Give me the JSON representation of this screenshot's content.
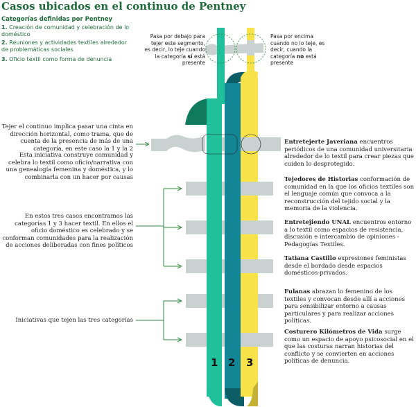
{
  "title": "Casos ubicados en el continuo de Pentney",
  "categories": {
    "heading": "Categorías definidas por Pentney",
    "items": [
      {
        "num": "1.",
        "text": "Creación de comunidad y celebración de lo doméstico"
      },
      {
        "num": "2.",
        "text": "Reuniones y actividades textiles alrededor de problemáticas sociales"
      },
      {
        "num": "3.",
        "text": "Oficio textil como forma de denuncia"
      }
    ]
  },
  "notes": {
    "below": {
      "pre": "Pasa por debajo para tejer este segmento, es decir, lo teje cuando la categoría ",
      "bold": "sí",
      "post": " está presente"
    },
    "above": {
      "pre": "Pasa por encima cuando no lo teje, es decir, cuando la categoría ",
      "bold": "no",
      "post": " está presente"
    }
  },
  "left_texts": {
    "intro": "Tejer el continuo implica pasar una cinta en dirección horizontal, como trama, que de cuenta de la presencia de más de una categoría, en este caso la 1 y la 2",
    "intro2": "Esta iniciativa construye comunidad y celebra lo textil como oficio/narrativa con una genealogía femenina y doméstica, y lo combinarla con un hacer por causas",
    "three_cases": "En estos tres casos encontramos las categorías 1 y 3 hacer textil. En ellos el oficio doméstico es celebrado y se conforman comunidades para la realización de acciones deliberadas con fines políticos",
    "all_three": "Iniciativas que tejen las tres categorías"
  },
  "cases": [
    {
      "name": "Entretejerte Javeriana",
      "desc": " encuentros periódicos de una comunidad universitaria alrededor de lo textil para crear piezas que cuiden lo desprotegido."
    },
    {
      "name": "Tejedores de Historias",
      "desc": " conformación de comunidad en la que los oficios textiles son el lenguaje común que convoca a la reconstrucción del tejido social y la memoria de la violencia."
    },
    {
      "name": "Entretejiendo UNAL",
      "desc": " encuentros entorno a lo textil como espacios de resistencia, discusión e intercambio de opiniones - Pedagogías Textiles."
    },
    {
      "name": "Tatiana Castillo",
      "desc": " expresiones feministas desde el bordado desde espacios domésticos-privados."
    },
    {
      "name": "Fulanas",
      "desc": " abrazan lo femenino de los textiles y convocan desde allí a acciones para sensibilizar entorno a causas particulares y para realizar acciones políticas."
    },
    {
      "name": "Costurero Kilómetros de Vida",
      "desc": " surge como un espacio de apoyo psicosocial en el que las costuras narran historias del conflicto y se convierten en acciones políticas de denuncia."
    }
  ],
  "ribbon_labels": [
    "1",
    "2",
    "3"
  ],
  "colors": {
    "green": "#1fc09a",
    "green_dark": "#0f7a5c",
    "teal": "#138695",
    "teal_dark": "#0d5d66",
    "yellow": "#f7e24a",
    "yellow_dark": "#c4b032",
    "gray": "#c9d2d0",
    "title_green": "#1e6b3a",
    "arrow_green": "#2d8a3e"
  }
}
